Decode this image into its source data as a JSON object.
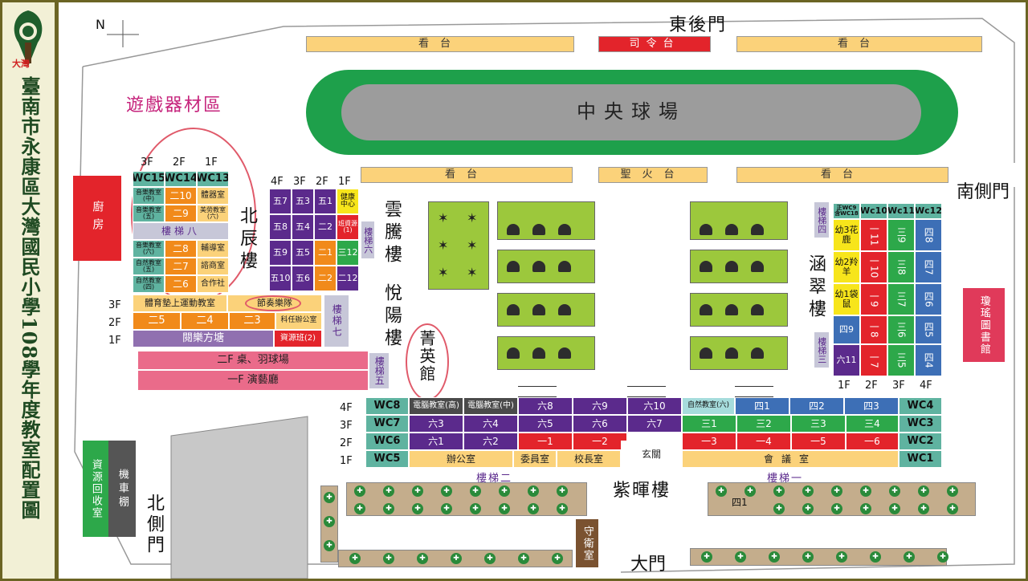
{
  "sidebar": {
    "logo_text": "大灣",
    "title": "臺南市永康區大灣國民小學108學年度教室配置圖"
  },
  "compass": {
    "north": "N"
  },
  "gates": {
    "east_back": "東後門",
    "south_side": "南側門",
    "north_side": "北側門",
    "main": "大門"
  },
  "track": {
    "stand": "看台",
    "command": "司令台",
    "torch": "聖火台",
    "field": "中央球場"
  },
  "areas": {
    "playground": "遊戲器材區",
    "kitchen": "廚房",
    "recycle": "資源回收室",
    "bike": "機車棚",
    "library": "瓊瑤圖書館",
    "guard": "守衛室",
    "jingying": "菁英館",
    "yunteng": "雲騰樓",
    "yueyang": "悅陽樓",
    "hancui": "涵翠樓",
    "zihui": "紫暉樓",
    "beichen": "北辰樓"
  },
  "beichen": {
    "floors": [
      "3F",
      "2F",
      "1F"
    ],
    "wcs": [
      "WC15",
      "WC14",
      "WC13"
    ],
    "rows1": [
      {
        "a": "音樂教室(中)",
        "b": "二10",
        "c": "體器室"
      },
      {
        "a": "音樂教室(五)",
        "b": "二9",
        "c": "美勞教室(六)"
      }
    ],
    "stair8": "樓梯八",
    "rows2": [
      {
        "a": "音樂教室(六)",
        "b": "二8",
        "c": "輔導室"
      },
      {
        "a": "自然教室(五)",
        "b": "二7",
        "c": "諮商室"
      },
      {
        "a": "自然教室(四)",
        "b": "二6",
        "c": "合作社"
      }
    ]
  },
  "five": {
    "floors": [
      "4F",
      "3F",
      "2F",
      "1F"
    ],
    "rows": [
      [
        "五7",
        "五3",
        "五1",
        "健康中心"
      ],
      [
        "五8",
        "五4",
        "二2",
        "班資源(1)"
      ],
      [
        "五9",
        "五5",
        "二1",
        "三12"
      ],
      [
        "五10",
        "五6",
        "二2",
        "二12"
      ]
    ],
    "stair6": "樓梯六"
  },
  "lower": {
    "floors": [
      "3F",
      "2F",
      "1F"
    ],
    "r3": [
      "體育墊上運動教室",
      "節奏樂隊"
    ],
    "r2": [
      "二5",
      "二4",
      "二3",
      "科任辦公室"
    ],
    "r1": [
      "閱樂方塘",
      "資源班(2)"
    ],
    "stair7": "樓梯七",
    "stair5": "樓梯五",
    "hall2": "二F 桌、羽球場",
    "hall1": "一F 演藝廳"
  },
  "east": {
    "stair4": "樓梯四",
    "stair3": "樓梯三",
    "wc_header": [
      "正WC9\n含WC18",
      "Wc10",
      "Wc11",
      "Wc12"
    ],
    "col1": [
      "幼3花鹿",
      "幼2羚羊",
      "幼1袋鼠",
      "四9",
      "六11"
    ],
    "col2": [
      "一11",
      "一10",
      "一9",
      "一8",
      "一7"
    ],
    "col3": [
      "三9",
      "三8",
      "三7",
      "三6",
      "三5"
    ],
    "col4": [
      "四8",
      "四7",
      "四6",
      "四5",
      "四4"
    ],
    "floors": [
      "1F",
      "2F",
      "3F",
      "4F"
    ]
  },
  "main": {
    "floors": [
      "4F",
      "3F",
      "2F",
      "1F"
    ],
    "wcs_left": [
      "WC8",
      "WC7",
      "WC6",
      "WC5"
    ],
    "wcs_right": [
      "WC4",
      "WC3",
      "WC2",
      "WC1"
    ],
    "r4": [
      "電腦教室(高)",
      "電腦教室(中)",
      "六8",
      "六9",
      "六10",
      "自然教室(六)",
      "四1",
      "四2",
      "四3"
    ],
    "r3": [
      "六3",
      "六4",
      "六5",
      "六6",
      "六7",
      "三1",
      "三2",
      "三3",
      "三4"
    ],
    "r2": [
      "六1",
      "六2",
      "一1",
      "一2",
      "一3",
      "一4",
      "一5",
      "一6"
    ],
    "r1": [
      "辦公室",
      "委員室",
      "校長室",
      "玄關",
      "會議室"
    ],
    "stair2": "樓梯二",
    "stair1": "樓梯一",
    "garden_label": "四1"
  }
}
